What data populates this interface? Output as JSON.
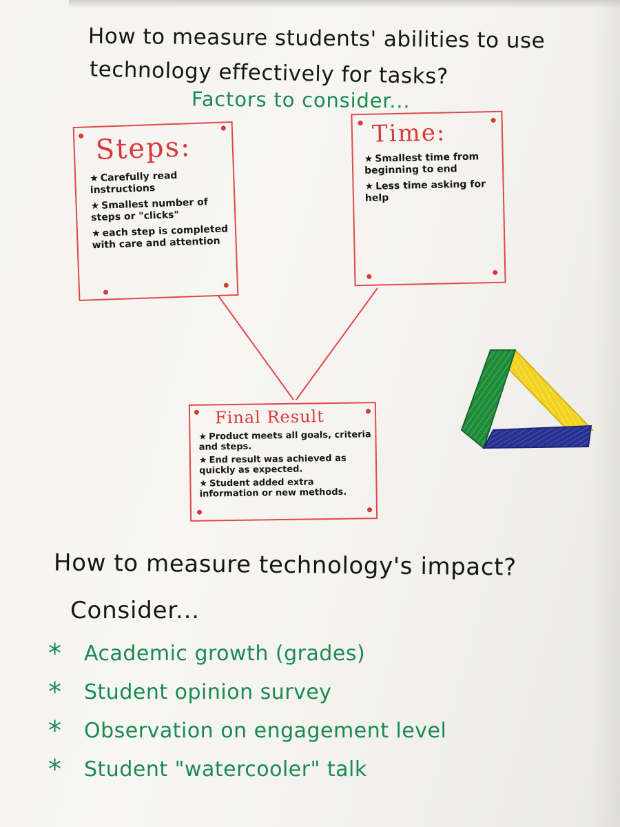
{
  "header": {
    "line1": "How to measure students' abilities to use",
    "line2": "technology effectively for tasks?",
    "factors": "Factors to consider..."
  },
  "boxes": {
    "steps": {
      "title": "Steps:",
      "items": [
        "Carefully read instructions",
        "Smallest number of steps or \"clicks\"",
        "each step is completed with care and attention"
      ]
    },
    "time": {
      "title": "Time:",
      "items": [
        "Smallest time from beginning to end",
        "Less time asking for help"
      ]
    },
    "final": {
      "title": "Final Result",
      "items": [
        "Product meets all goals, criteria and steps.",
        "End result was achieved as quickly as expected.",
        "Student added extra information or new methods."
      ]
    }
  },
  "impact": {
    "question": "How to measure technology's impact?",
    "consider": "Consider...",
    "star": "*",
    "items": [
      "Academic growth (grades)",
      "Student opinion survey",
      "Observation on engagement level",
      "Student \"watercooler\" talk"
    ]
  },
  "colors": {
    "black_marker": "#161616",
    "green_marker": "#1a8a52",
    "red_marker": "#d83838",
    "logo_green": "#1e8a3a",
    "logo_yellow": "#f2d21e",
    "logo_blue": "#27318f"
  },
  "icons": {
    "drawing": "google-drive-logo-icon"
  }
}
